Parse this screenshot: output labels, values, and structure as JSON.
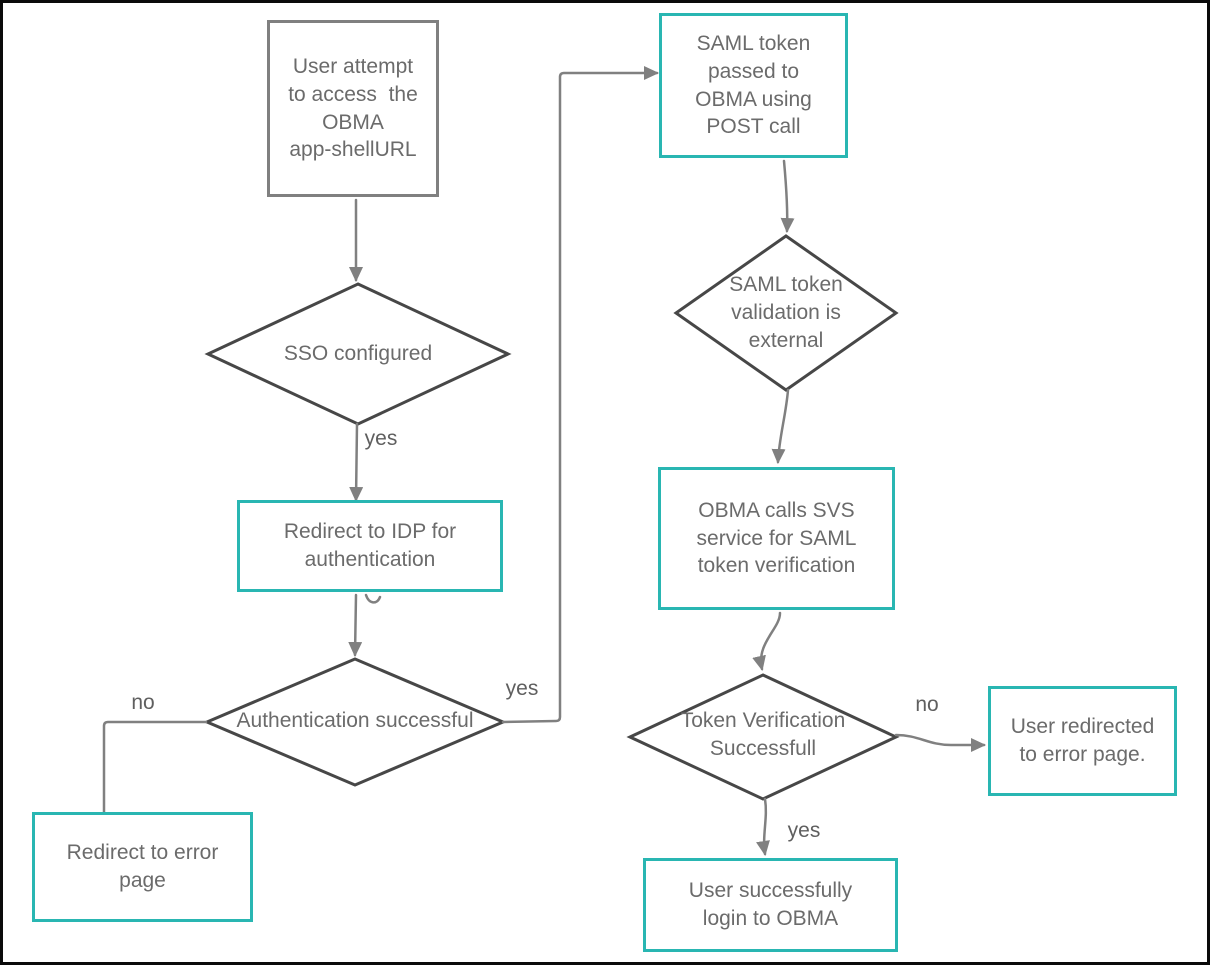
{
  "diagram": {
    "background_color": "#FFFFFF",
    "frame_color": "#0A0A0A",
    "accent_teal": "#29B6B2",
    "line_gray": "#808080",
    "diamond_stroke": "#474747",
    "text_gray": "#6B6B6B",
    "nodes": {
      "user_attempt": {
        "type": "process",
        "label": "User attempt\nto access  the\nOBMA\napp-shellURL"
      },
      "sso_configured": {
        "type": "decision",
        "label": "SSO configured"
      },
      "redirect_idp": {
        "type": "process",
        "label": "Redirect to IDP for\nauthentication"
      },
      "auth_successful": {
        "type": "decision",
        "label": "Authentication successful"
      },
      "redirect_error": {
        "type": "process",
        "label": "Redirect to error\npage"
      },
      "saml_post": {
        "type": "process",
        "label": "SAML token\npassed to\nOBMA using\nPOST call"
      },
      "saml_validation": {
        "type": "decision",
        "label": "SAML token\nvalidation is\nexternal"
      },
      "obma_svs": {
        "type": "process",
        "label": "OBMA calls SVS\nservice for SAML\ntoken verification"
      },
      "token_verification": {
        "type": "decision",
        "label": "Token Verification\nSuccessfull"
      },
      "user_redirected_error": {
        "type": "process",
        "label": "User redirected\nto error page."
      },
      "user_login": {
        "type": "process",
        "label": "User successfully\nlogin to OBMA"
      }
    },
    "edge_labels": {
      "sso_yes": "yes",
      "auth_no": "no",
      "auth_yes": "yes",
      "token_no": "no",
      "token_yes": "yes"
    }
  }
}
